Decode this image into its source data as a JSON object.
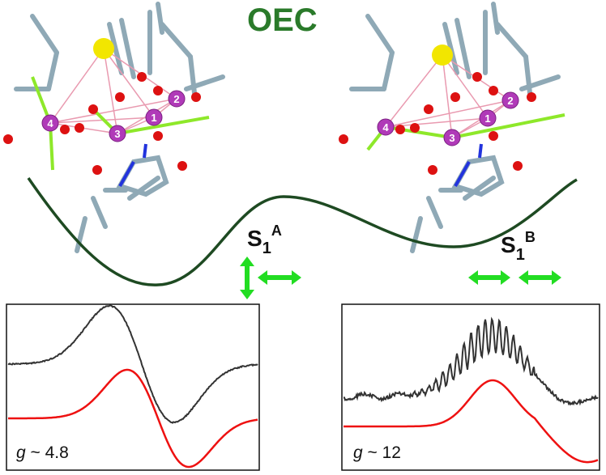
{
  "title": "OEC",
  "states": [
    {
      "main": "S",
      "sub": "1",
      "sup": "A"
    },
    {
      "main": "S",
      "sub": "1",
      "sup": "B"
    }
  ],
  "spectra": [
    {
      "g_symbol": "g",
      "g_value": "~ 4.8"
    },
    {
      "g_symbol": "g",
      "g_value": "~ 12"
    }
  ],
  "atom_labels": [
    "1",
    "2",
    "3",
    "4"
  ],
  "colors": {
    "title": "#2a7a2a",
    "energy_curve": "#1e4a22",
    "arrows": "#22dd22",
    "experimental": "#333333",
    "simulated": "#ee1111",
    "mn": "#b03ab8",
    "ca": "#f2e600",
    "oxygen": "#dd1111",
    "bond_highlight": "#8ee82a"
  }
}
